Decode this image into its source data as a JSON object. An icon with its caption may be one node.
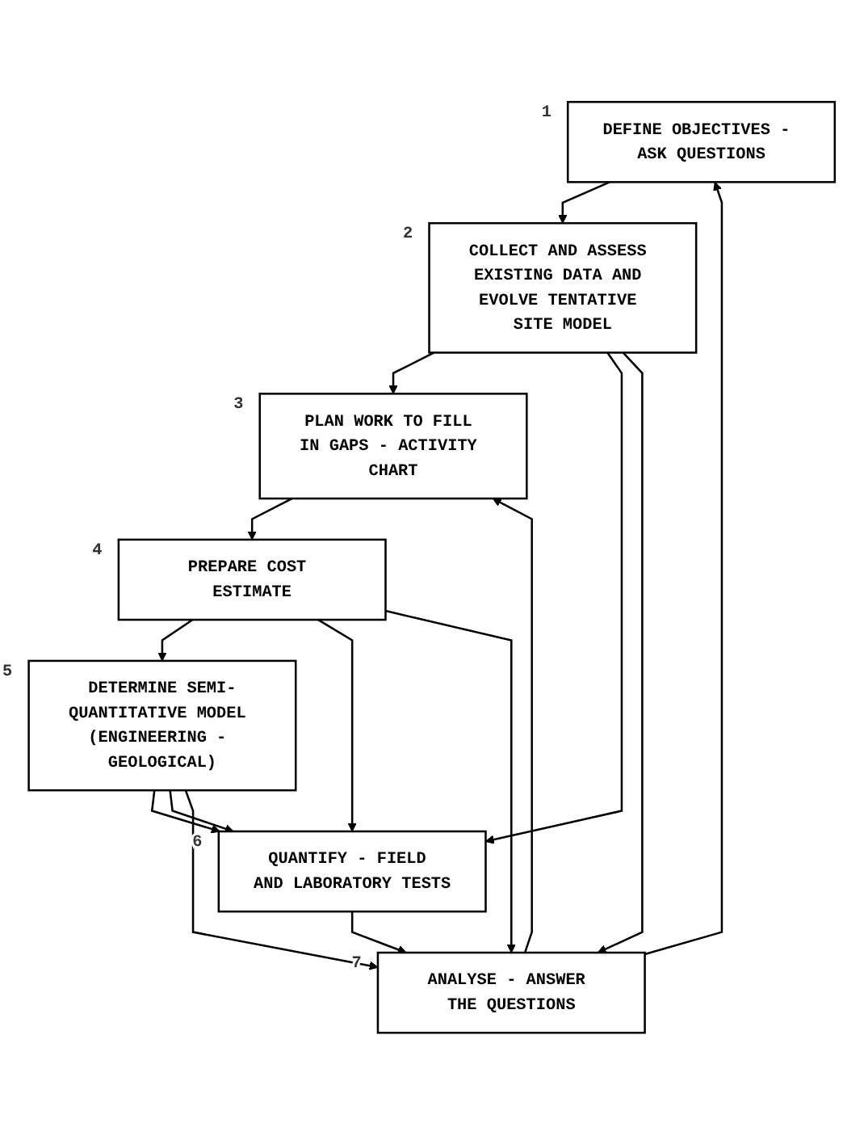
{
  "diagram": {
    "nodes": [
      {
        "text": [
          "DEFINE OBJECTIVES - ASK QUESTIONS"
        ],
        "beside": [
          "1"
        ]
      },
      {
        "text": [
          "COLLECT AND ASSESS EXISTING DATA AND EVOLVE TENTATIVE SITE MODEL"
        ],
        "beside": [
          "2"
        ]
      },
      {
        "text": [
          "PLAN WORK TO FILL IN GAPS - ACTIVITY CHART"
        ],
        "beside": [
          "3"
        ]
      },
      {
        "text": [
          "PREPARE COST ESTIMATE"
        ],
        "beside": [
          "4"
        ]
      },
      {
        "text": [
          "DETERMINE SEMI-QUANTITATIVE MODEL (ENGINEERING - GEOLOGICAL)"
        ],
        "beside": [
          "5"
        ]
      },
      {
        "text": [
          "QUANTIFY - FIELD AND LABORATORY TESTS"
        ],
        "beside": [
          "6"
        ]
      },
      {
        "text": [
          "ANALYSE - ANSWER THE QUESTIONS"
        ],
        "beside": [
          "7"
        ]
      }
    ],
    "edges": [
      {
        "from": 0,
        "to": 1,
        "arrow": "to"
      },
      {
        "from": 1,
        "to": 2,
        "arrow": "to"
      },
      {
        "from": 2,
        "to": 3,
        "arrow": "to"
      },
      {
        "from": 3,
        "to": 4,
        "arrow": "to"
      },
      {
        "from": 4,
        "to": 5,
        "arrow": "to"
      },
      {
        "from": 5,
        "to": 6,
        "arrow": "to"
      },
      {
        "from": 1,
        "to": 5,
        "arrow": "to"
      },
      {
        "from": 1,
        "to": 6,
        "arrow": "to"
      },
      {
        "from": 3,
        "to": 5,
        "arrow": "to"
      },
      {
        "from": 3,
        "to": 6,
        "arrow": "to"
      },
      {
        "from": 4,
        "to": 5,
        "arrow": "to"
      },
      {
        "from": 4,
        "to": 6,
        "arrow": "to"
      },
      {
        "from": 6,
        "to": 0,
        "arrow": "to"
      },
      {
        "from": 6,
        "to": 2,
        "arrow": "to"
      }
    ]
  }
}
